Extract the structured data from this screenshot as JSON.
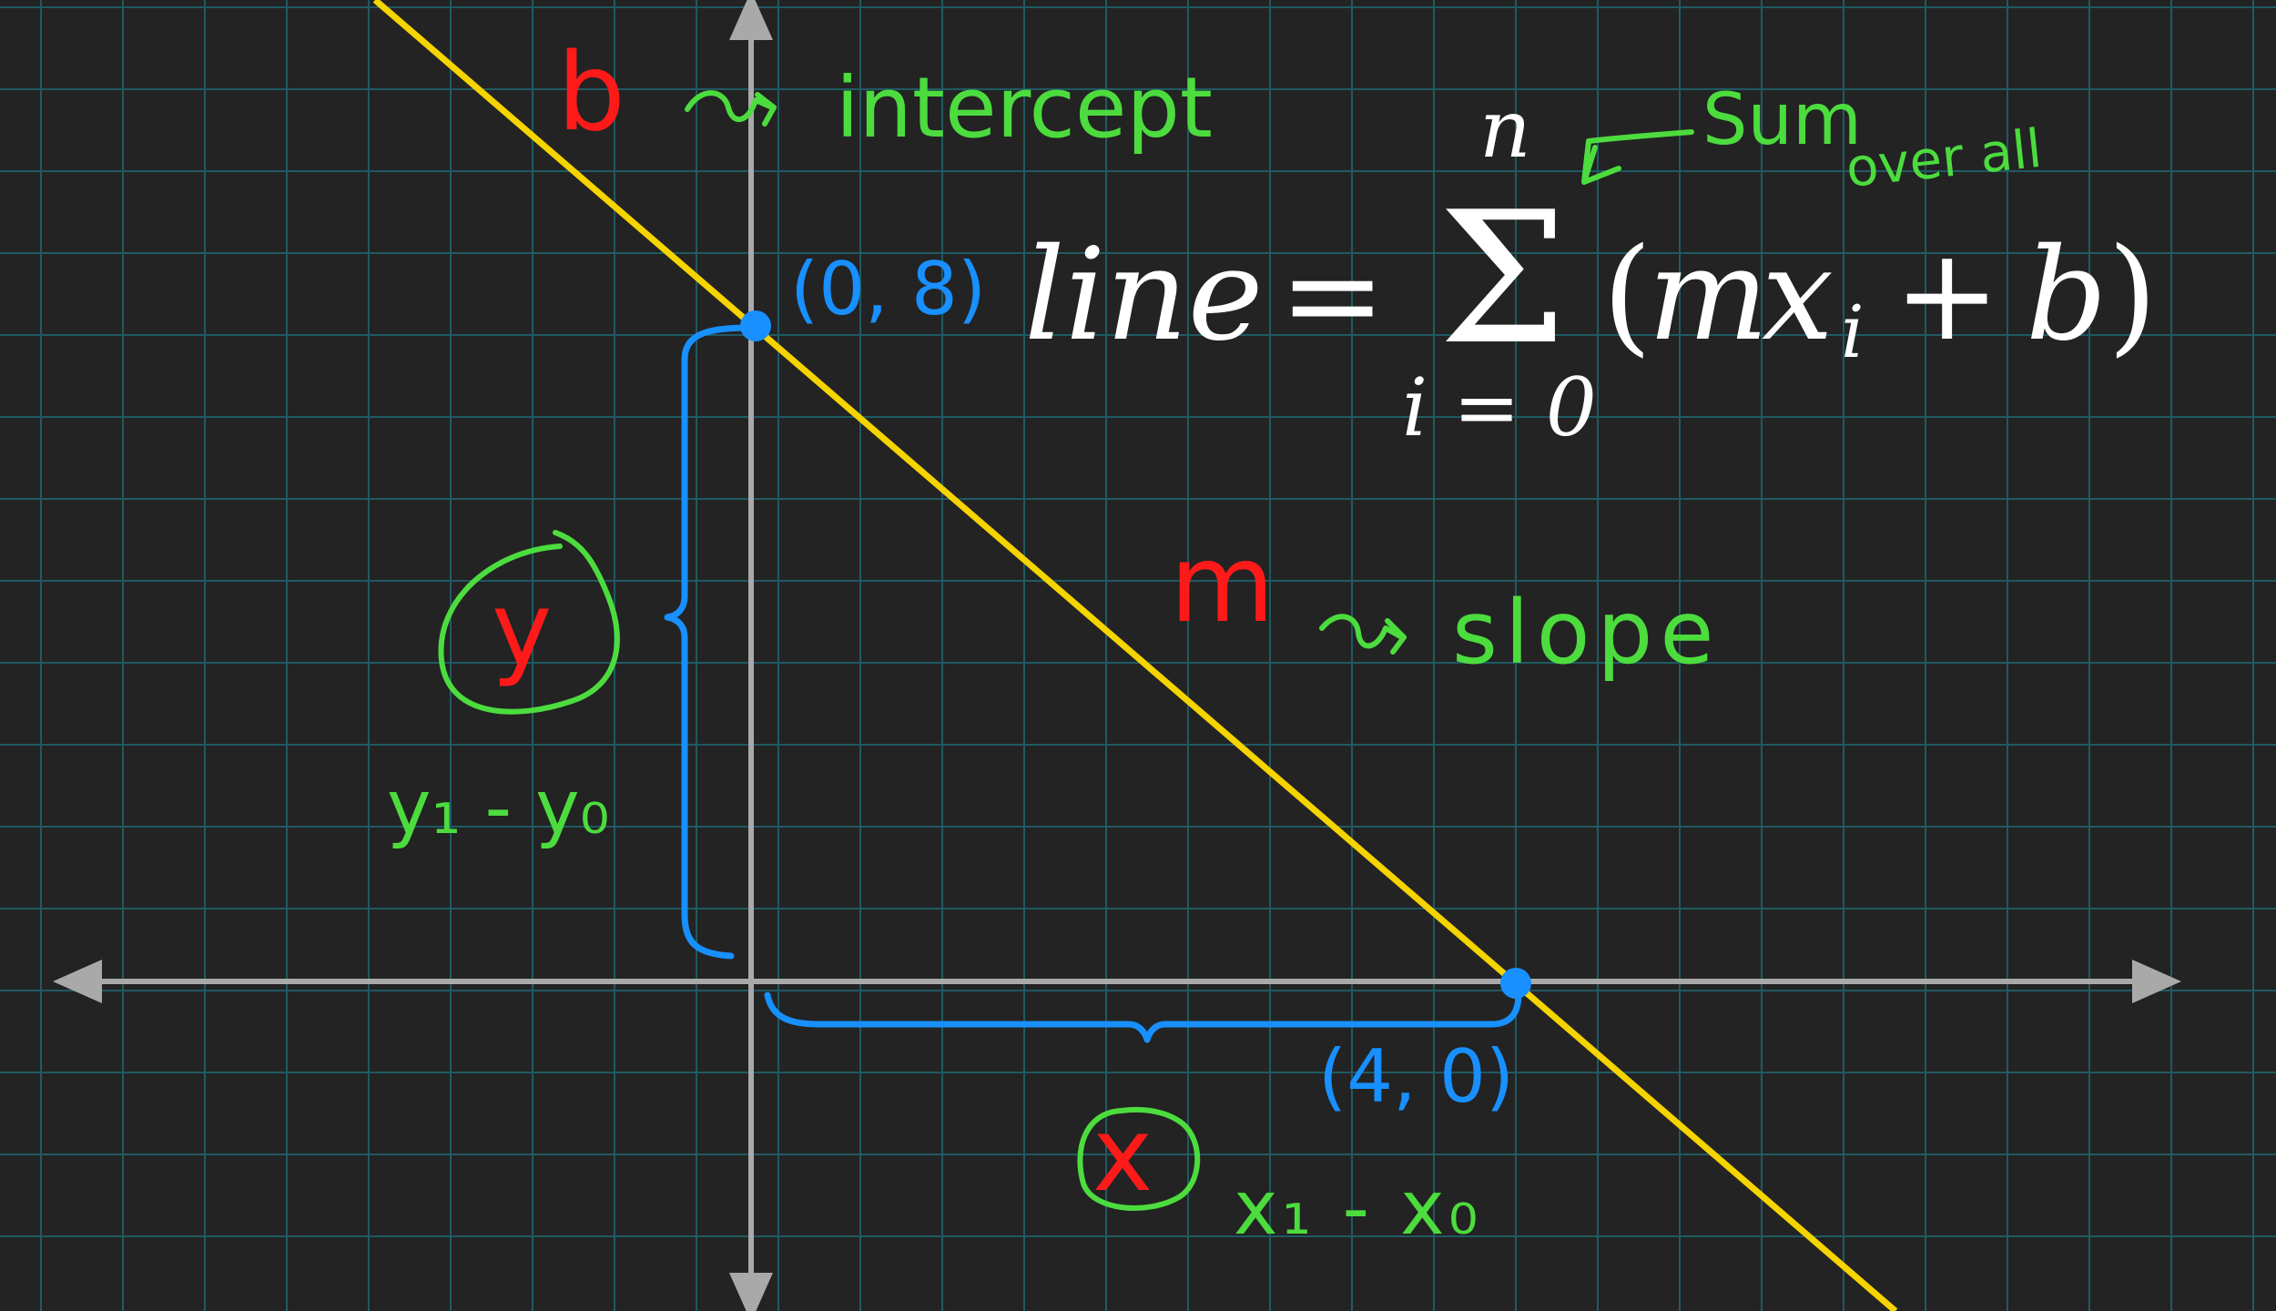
{
  "colors": {
    "background": "#232323",
    "grid": "#1f5a63",
    "axis": "#a9a9a9",
    "line": "#f5d400",
    "point": "#1890ff",
    "red": "#ff1a1a",
    "green": "#4cdc3e",
    "white": "#ffffff"
  },
  "labels": {
    "b": "b",
    "intercept": "intercept",
    "m": "m",
    "slope": "slope",
    "y": "y",
    "x": "x",
    "y_diff": "y₁ - y₀",
    "x_diff": "x₁ - x₀",
    "point_intercept": "(0, 8)",
    "point_x_intercept": "(4, 0)",
    "sum_note": "Sum",
    "over_all": "over all"
  },
  "formula": {
    "lhs": "line",
    "equals": "=",
    "sigma": "Σ",
    "upper": "n",
    "lower": "i = 0",
    "open_paren": "(",
    "m": "m",
    "x": "x",
    "subscript": "i",
    "plus": "+",
    "b": "b",
    "close_paren": ")"
  }
}
